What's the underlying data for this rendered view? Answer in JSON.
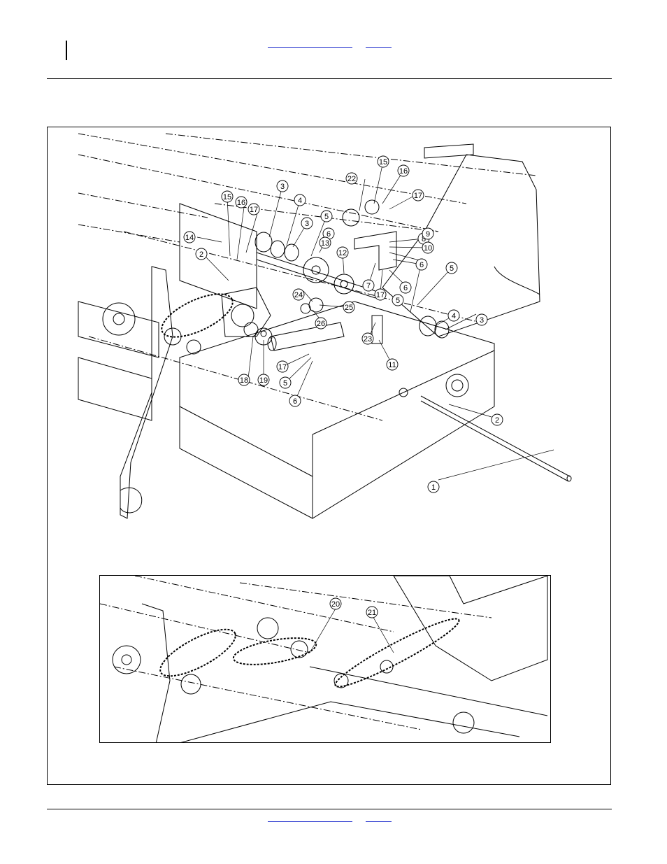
{
  "header": {
    "links": [
      "",
      ""
    ]
  },
  "footer": {
    "links": [
      "",
      ""
    ]
  },
  "callouts_main": [
    "1",
    "2",
    "2",
    "3",
    "3",
    "3",
    "4",
    "4",
    "5",
    "5",
    "5",
    "5",
    "6",
    "6",
    "6",
    "6",
    "7",
    "8",
    "9",
    "10",
    "11",
    "12",
    "13",
    "14",
    "15",
    "15",
    "16",
    "16",
    "17",
    "17",
    "17",
    "17",
    "18",
    "19",
    "22",
    "23",
    "24",
    "25",
    "26"
  ],
  "callouts_inset": [
    "20",
    "21"
  ]
}
